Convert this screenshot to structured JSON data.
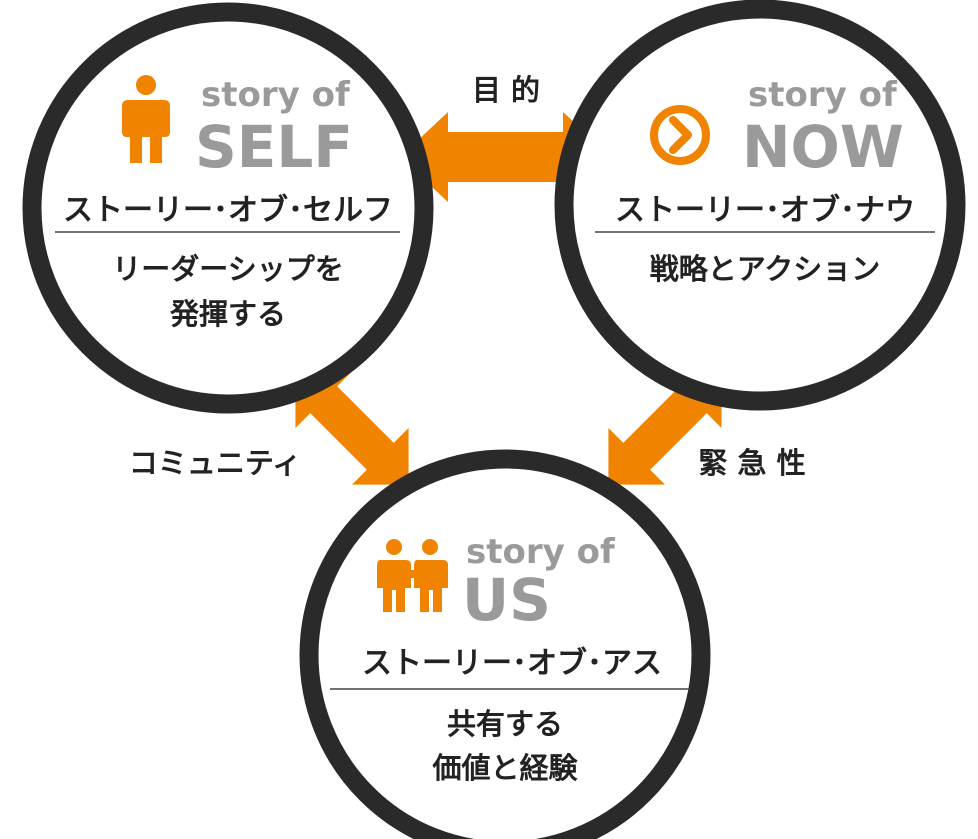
{
  "colors": {
    "accent": "#f08300",
    "ring": "#2a2a2a",
    "gray_text": "#9a9a9a",
    "dark_text": "#222222"
  },
  "nodes": {
    "self": {
      "story_of": "story of",
      "keyword": "SELF",
      "katakana": "ストーリー･オブ･セルフ",
      "description_line1": "リーダーシップを",
      "description_line2": "発揮する",
      "icon": "person-icon"
    },
    "now": {
      "story_of": "story of",
      "keyword": "NOW",
      "katakana": "ストーリー･オブ･ナウ",
      "description_line1": "戦略とアクション",
      "icon": "chevron-circle-icon"
    },
    "us": {
      "story_of": "story of",
      "keyword": "US",
      "katakana": "ストーリー･オブ･アス",
      "description_line1": "共有する",
      "description_line2": "価値と経験",
      "icon": "two-people-icon"
    }
  },
  "links": {
    "self_now": "目 的",
    "self_us": "コミュニティ",
    "now_us": "緊 急 性"
  }
}
